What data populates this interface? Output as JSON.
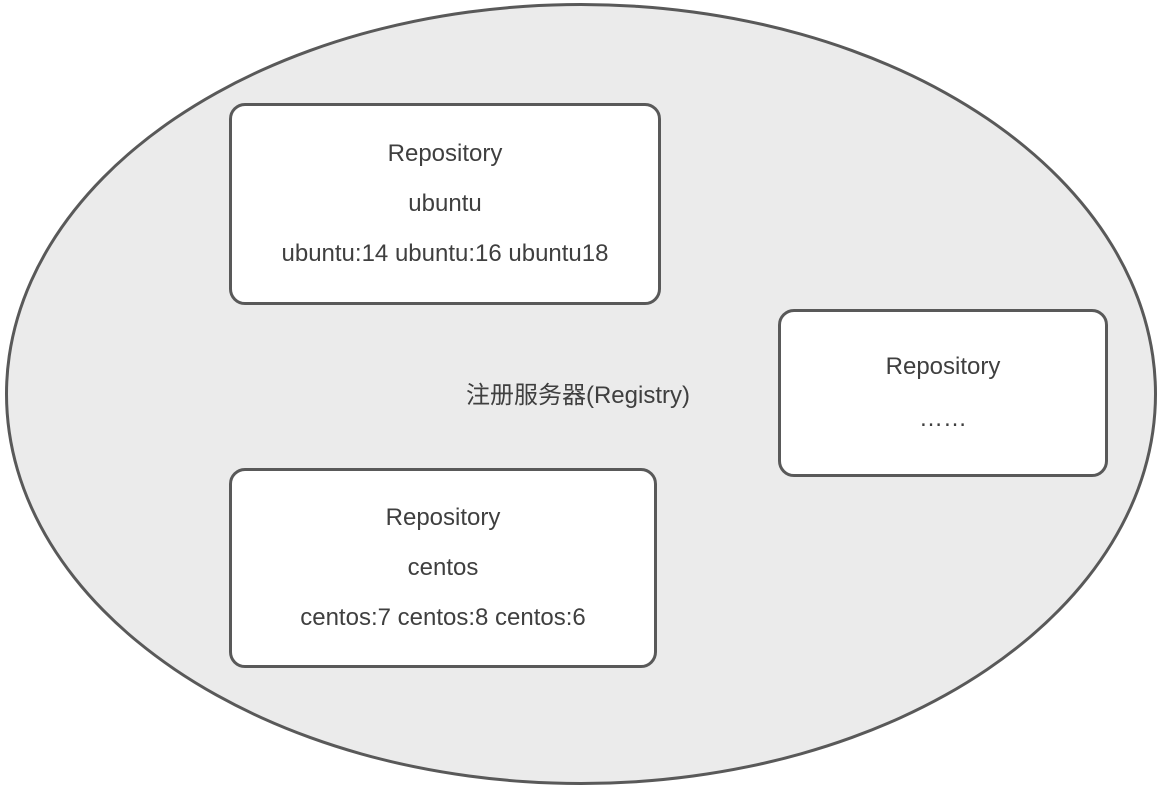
{
  "diagram": {
    "registry_label": "注册服务器(Registry)",
    "repositories": [
      {
        "title": "Repository",
        "name": "ubuntu",
        "tags": "ubuntu:14 ubuntu:16 ubuntu18"
      },
      {
        "title": "Repository",
        "name": "……"
      },
      {
        "title": "Repository",
        "name": "centos",
        "tags": "centos:7 centos:8 centos:6"
      }
    ],
    "colors": {
      "ellipse_fill": "#ebebeb",
      "stroke": "#595959",
      "box_fill": "#ffffff",
      "text": "#3f3f3f"
    }
  }
}
